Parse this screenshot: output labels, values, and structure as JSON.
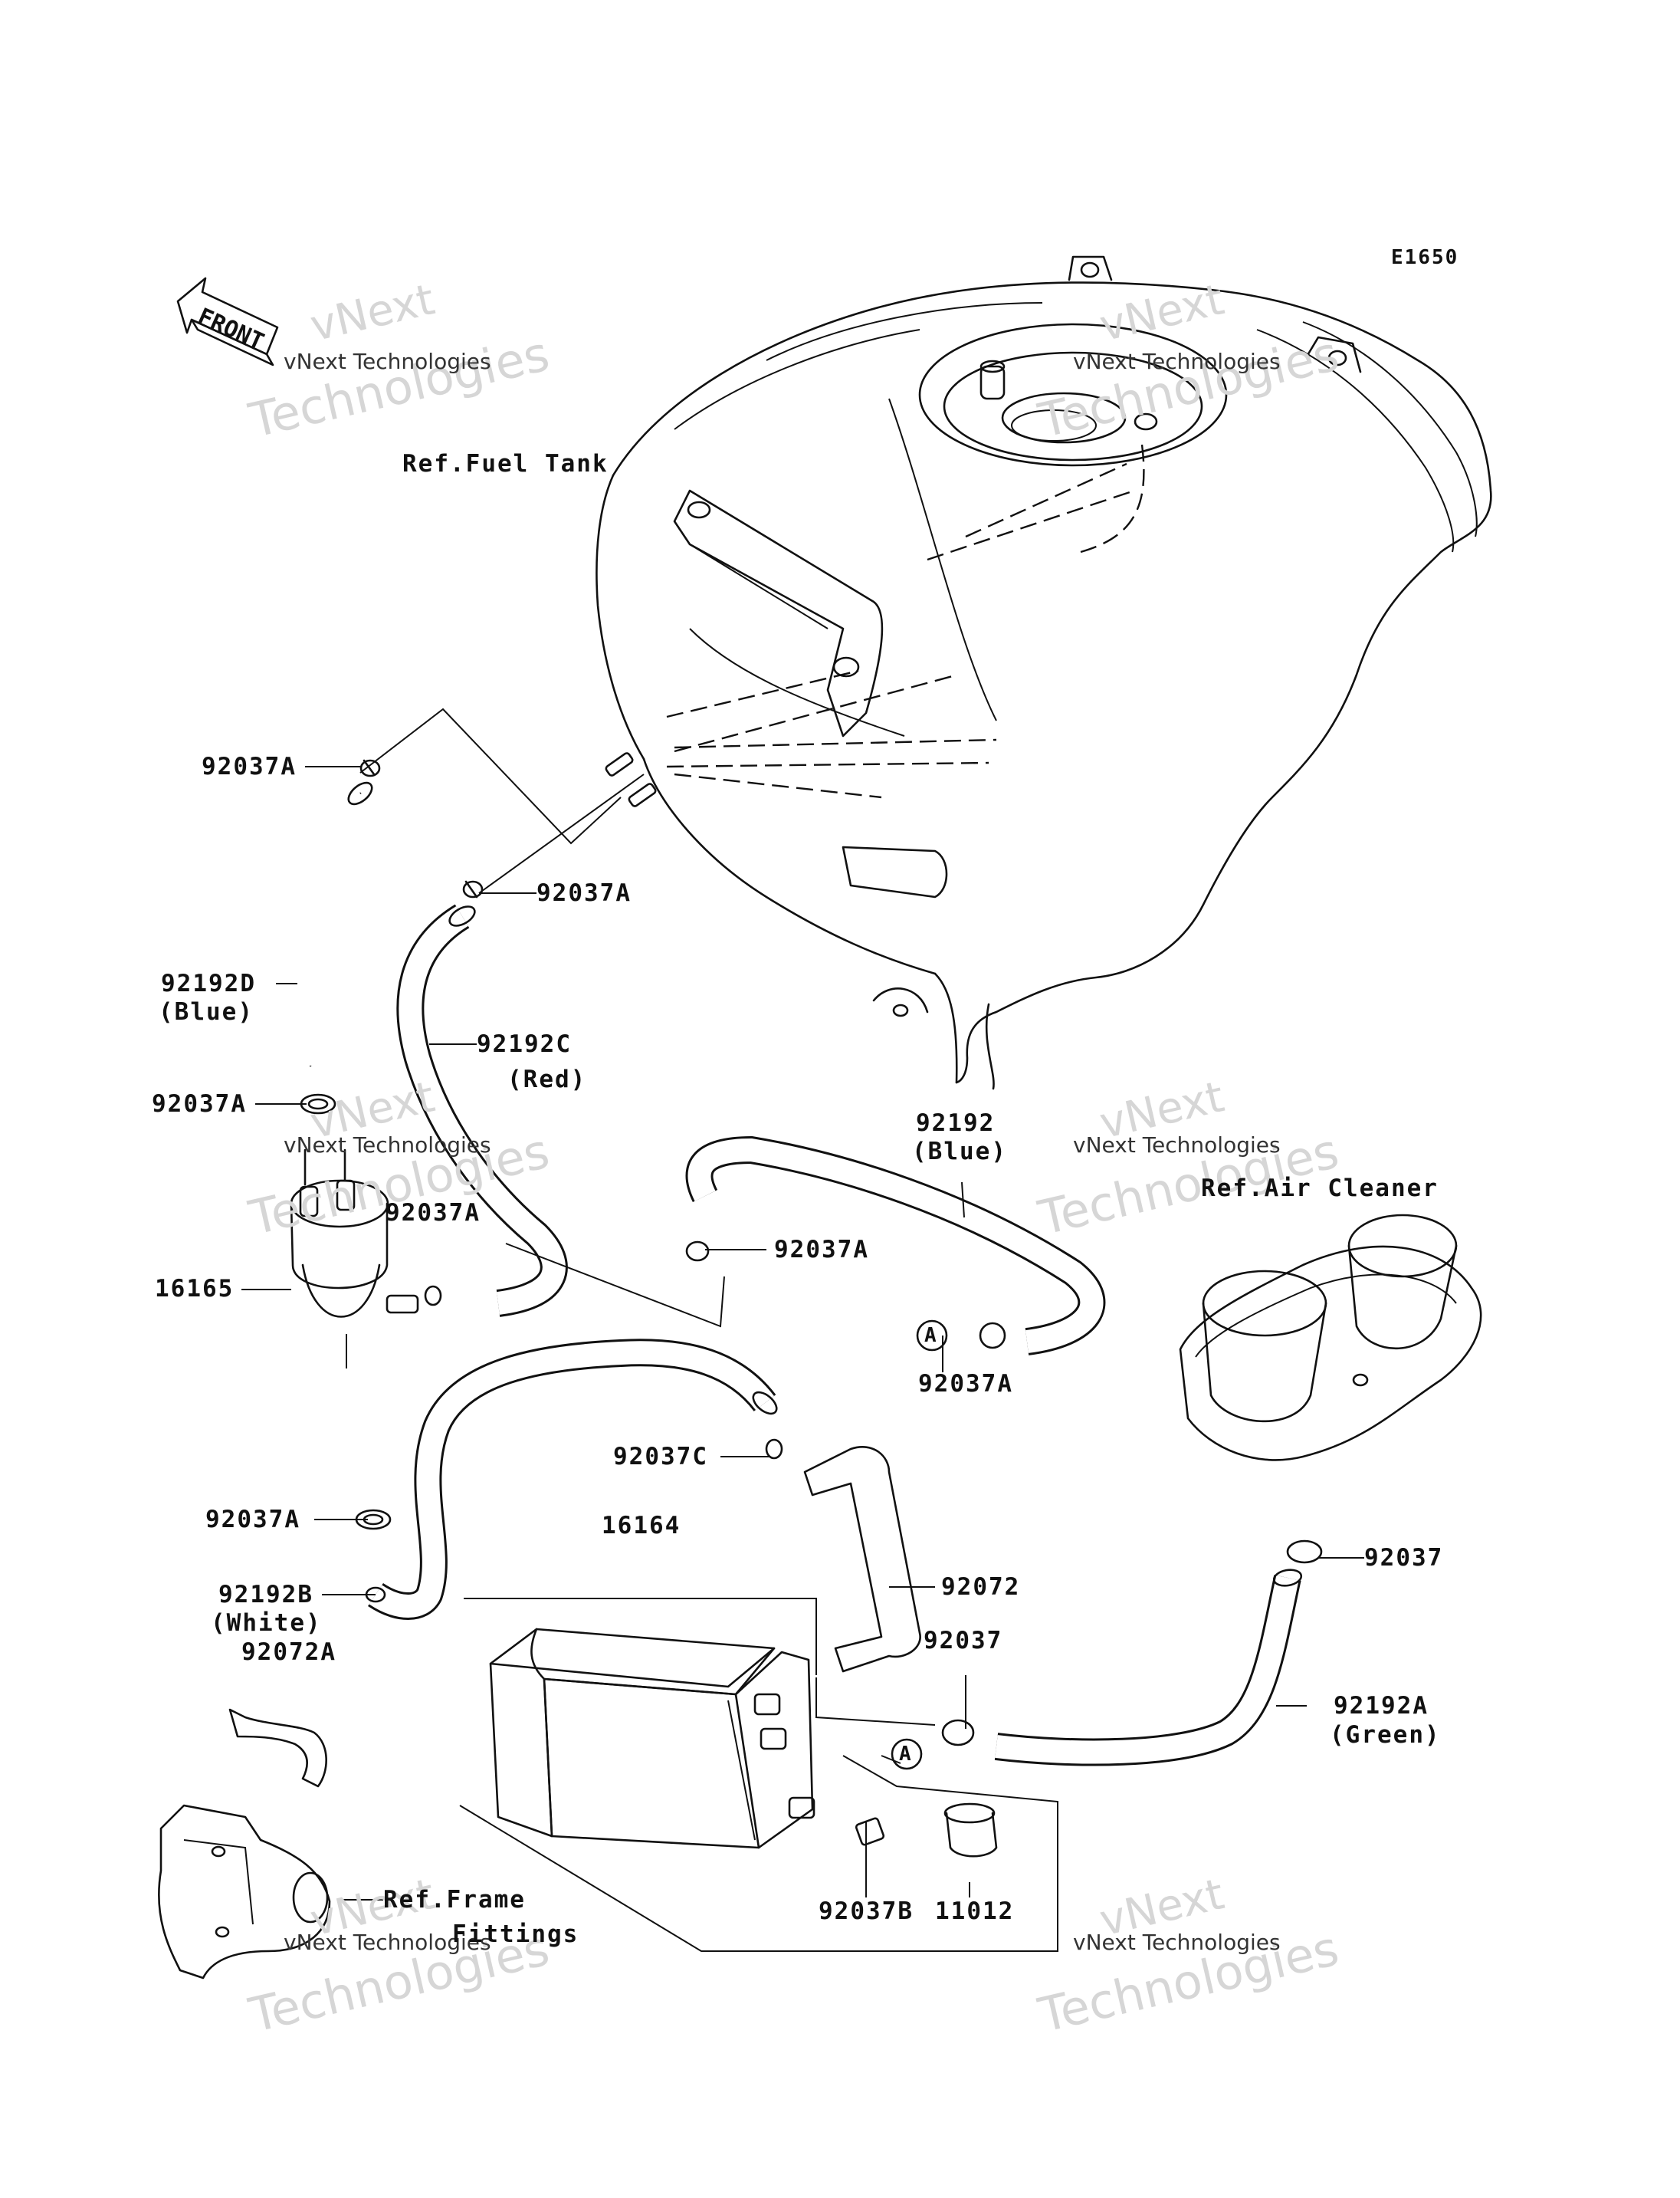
{
  "diagram_code": "E1650",
  "front_badge": "FRONT",
  "watermark": {
    "company": "vNext Technologies",
    "big_line1": "vNext",
    "big_line2": "Technologies"
  },
  "parts": {
    "ref_fuel_tank": "Ref.Fuel Tank",
    "clamp_top": "92037A",
    "clamp_mid": "92037A",
    "hose_blue_d": "92192D",
    "hose_blue_d_color": "(Blue)",
    "clamp_filter_top": "92037A",
    "hose_red": "92192C",
    "hose_red_color": "(Red)",
    "clamp_filter_side": "92037A",
    "filter": "16165",
    "hose_blue": "92192",
    "hose_blue_color": "(Blue)",
    "ref_air_cleaner": "Ref.Air Cleaner",
    "clamp_hose_blue": "92037A",
    "clamp_a_lower": "92037A",
    "clamp_c": "92037C",
    "clamp_filter_bottom": "92037A",
    "canister": "16164",
    "bracket": "92072",
    "clamp_air": "92037",
    "hose_white": "92192B",
    "hose_white_color": "(White)",
    "clamp_canister": "92037",
    "bracket_a": "92072A",
    "hose_green": "92192A",
    "hose_green_color": "(Green)",
    "callout_a": "A",
    "clamp_b": "92037B",
    "cap": "11012",
    "ref_frame_line1": "Ref.Frame",
    "ref_frame_line2": "Fittings"
  }
}
